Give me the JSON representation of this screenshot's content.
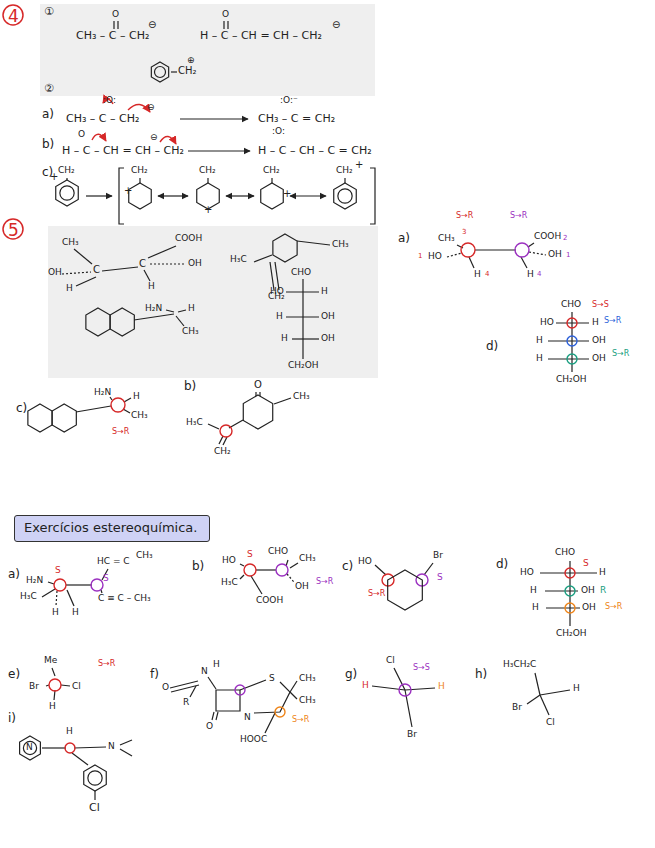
{
  "diagram": {
    "nodes": [
      {
        "text": [
          "Exercícios estereoquímica."
        ]
      }
    ],
    "labels": [
      "4",
      "①",
      "O",
      "CH₃ – C – CH₂",
      "⊖",
      "O",
      "H – C – CH = CH – CH₂",
      "⊖",
      "⊕",
      "CH₂",
      "②",
      "a)",
      ":O:",
      "CH₃ – C – CH₂",
      "⊖",
      ":O:⁻",
      "CH₃ – C = CH₂",
      "b)",
      "O",
      "H – C – CH = CH – CH₂",
      "⊖",
      ":O:",
      "H – C – CH – C = CH₂",
      "c)",
      "CH₂",
      "+",
      "CH₂",
      "+",
      "CH₂",
      "+",
      "CH₂",
      "+",
      "CH₂",
      "+",
      "5",
      "CH₃",
      "COOH",
      "OH",
      "C",
      "C",
      "OH",
      "H",
      "H",
      "H₃C",
      "CH₃",
      "CH₂",
      "H₂N",
      "H",
      "CH₃",
      "CHO",
      "HO",
      "H",
      "H",
      "OH",
      "H",
      "OH",
      "CH₂OH",
      "a)",
      "S→R",
      "S→R",
      "CH₃",
      "3",
      "COOH",
      "2",
      "1",
      "HO",
      "OH",
      "1",
      "H",
      "4",
      "H",
      "4",
      "d)",
      "CHO",
      "S→S",
      "HO",
      "H",
      "S→R",
      "H",
      "OH",
      "H",
      "OH",
      "S→R",
      "CH₂OH",
      "c)",
      "H₂N",
      "H",
      "CH₃",
      "S→R",
      "b)",
      "O",
      "CH₃",
      "H₃C",
      "CH₂",
      "a)",
      "H₂N",
      "S",
      "HC = C",
      "CH₃",
      "H₃C",
      "H",
      "H",
      "S",
      "C ≡ C – CH₃",
      "b)",
      "HO",
      "S",
      "CHO",
      "CH₃",
      "H₃C",
      "OH",
      "S→R",
      "COOH",
      "c)",
      "HO",
      "Br",
      "S→R",
      "S",
      "d)",
      "CHO",
      "HO",
      "S",
      "H",
      "H",
      "OH",
      "R",
      "H",
      "OH",
      "S→R",
      "CH₂OH",
      "e)",
      "Me",
      "Br",
      "Cl",
      "S→R",
      "H",
      "f)",
      "O",
      "N",
      "H",
      "R",
      "O",
      "N",
      "S",
      "CH₃",
      "CH₃",
      "S→R",
      "HOOC",
      "g)",
      "Cl",
      "S→S",
      "H",
      "H",
      "Br",
      "h)",
      "H₃CH₂C",
      "H",
      "Br",
      "Cl",
      "i)",
      "N",
      "H",
      "N",
      "Cl"
    ]
  }
}
